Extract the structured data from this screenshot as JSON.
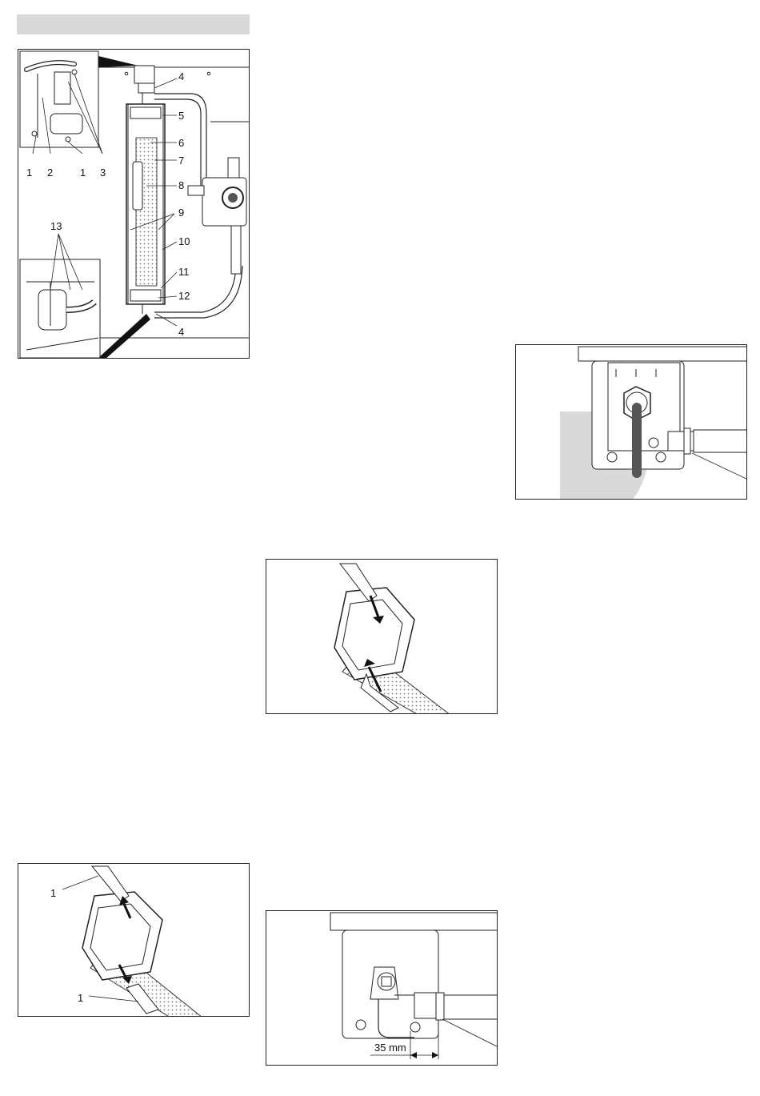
{
  "page": {
    "background": "#ffffff",
    "header_bar_color": "#d9d9d9"
  },
  "figures": {
    "filter_assembly": {
      "callouts": [
        "4",
        "5",
        "6",
        "7",
        "8",
        "9",
        "10",
        "11",
        "12",
        "4"
      ],
      "inset_top_callouts": [
        "1",
        "2",
        "1",
        "3"
      ],
      "inset_bottom_callout": "13"
    },
    "hose_connection_angle": {},
    "filter_cartridge_insert": {},
    "filter_cartridge_remove": {
      "callouts": [
        "1",
        "1"
      ]
    },
    "hose_clamp_distance": {
      "dimension_label": "35 mm"
    }
  }
}
